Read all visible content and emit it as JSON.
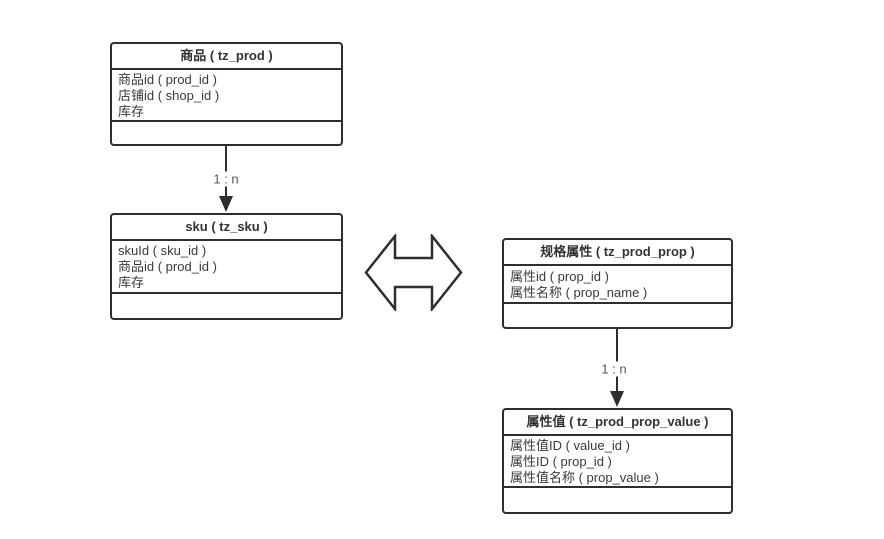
{
  "diagram": {
    "background_color": "#ffffff",
    "colors": {
      "shape_border": "#2e2e2e",
      "text": "#3a3a3a",
      "relation_label": "#595959"
    },
    "entities": [
      {
        "id": "prod",
        "title": "商品 ( tz_prod )",
        "fields": [
          "商品id ( prod_id )",
          "店铺id ( shop_id )",
          "库存"
        ]
      },
      {
        "id": "sku",
        "title": "sku ( tz_sku )",
        "fields": [
          "skuId ( sku_id )",
          "商品id ( prod_id )",
          "库存"
        ]
      },
      {
        "id": "prod_prop",
        "title": "规格属性 ( tz_prod_prop )",
        "fields": [
          "属性id ( prop_id )",
          "属性名称 ( prop_name )"
        ]
      },
      {
        "id": "prop_value",
        "title": "属性值 ( tz_prod_prop_value )",
        "fields": [
          "属性值ID ( value_id )",
          "属性ID ( prop_id )",
          "属性值名称 ( prop_value )"
        ]
      }
    ],
    "relations": [
      {
        "from": "商品 ( tz_prod )",
        "to": "sku ( tz_sku )",
        "label": "1 : n",
        "arrow": "down"
      },
      {
        "from": "规格属性 ( tz_prod_prop )",
        "to": "属性值 ( tz_prod_prop_value )",
        "label": "1 : n",
        "arrow": "down"
      }
    ],
    "connector": {
      "between": [
        "sku ( tz_sku )",
        "规格属性 ( tz_prod_prop )"
      ],
      "shape": "hollow-double-arrow"
    }
  }
}
